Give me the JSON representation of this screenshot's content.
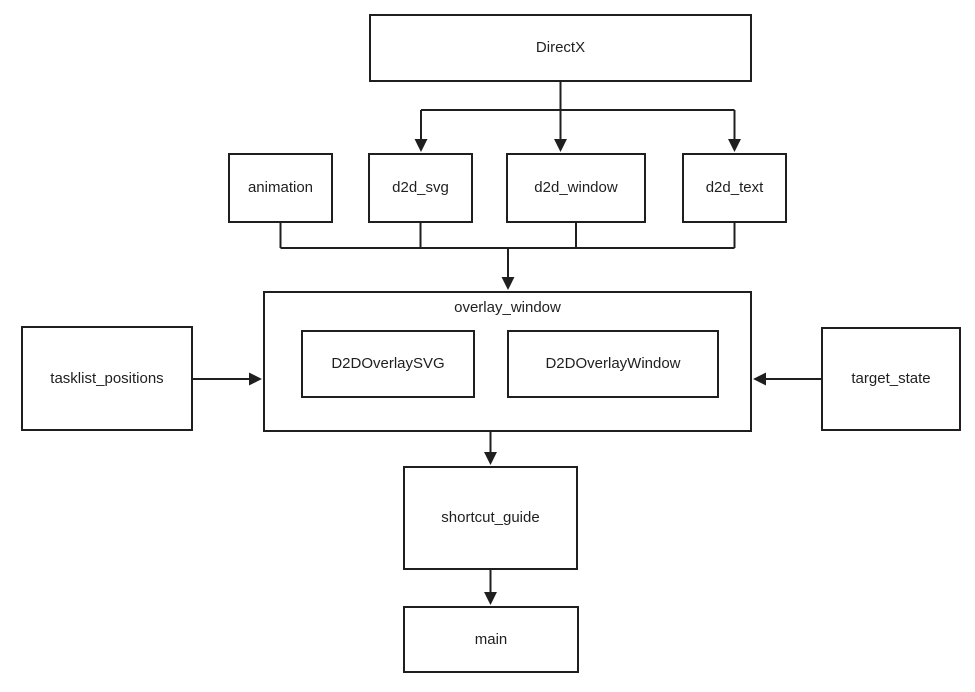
{
  "diagram": {
    "type": "flowchart",
    "colors": {
      "background": "#ffffff",
      "box_fill": "#ffffff",
      "line": "#1f1f1f",
      "text": "#1f1f1f"
    },
    "nodes": {
      "directx": {
        "label": "DirectX"
      },
      "animation": {
        "label": "animation"
      },
      "d2d_svg": {
        "label": "d2d_svg"
      },
      "d2d_window": {
        "label": "d2d_window"
      },
      "d2d_text": {
        "label": "d2d_text"
      },
      "overlay_window": {
        "label": "overlay_window"
      },
      "d2d_overlay_svg": {
        "label": "D2DOverlaySVG"
      },
      "d2d_overlay_window": {
        "label": "D2DOverlayWindow"
      },
      "tasklist_positions": {
        "label": "tasklist_positions"
      },
      "target_state": {
        "label": "target_state"
      },
      "shortcut_guide": {
        "label": "shortcut_guide"
      },
      "main": {
        "label": "main"
      }
    },
    "containment": [
      {
        "parent": "overlay_window",
        "children": [
          "d2d_overlay_svg",
          "d2d_overlay_window"
        ]
      }
    ],
    "edges": [
      {
        "from": "directx",
        "to": "d2d_svg",
        "arrow": "down"
      },
      {
        "from": "directx",
        "to": "d2d_window",
        "arrow": "down"
      },
      {
        "from": "directx",
        "to": "d2d_text",
        "arrow": "down"
      },
      {
        "from": "animation",
        "to": "overlay_window",
        "arrow": "down"
      },
      {
        "from": "d2d_svg",
        "to": "overlay_window",
        "arrow": "down"
      },
      {
        "from": "d2d_window",
        "to": "overlay_window",
        "arrow": "down"
      },
      {
        "from": "d2d_text",
        "to": "overlay_window",
        "arrow": "down"
      },
      {
        "from": "tasklist_positions",
        "to": "overlay_window",
        "arrow": "right"
      },
      {
        "from": "target_state",
        "to": "overlay_window",
        "arrow": "left"
      },
      {
        "from": "overlay_window",
        "to": "shortcut_guide",
        "arrow": "down"
      },
      {
        "from": "shortcut_guide",
        "to": "main",
        "arrow": "down"
      }
    ]
  }
}
